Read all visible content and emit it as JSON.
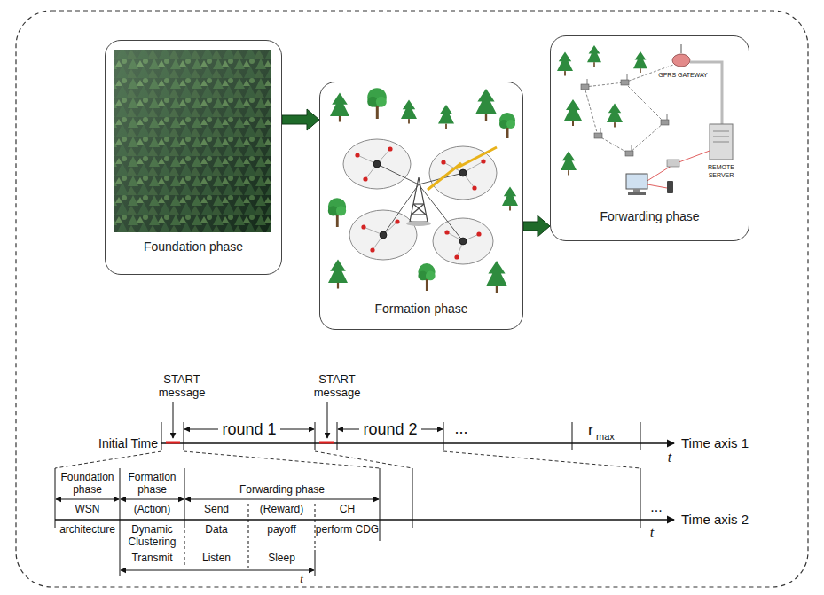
{
  "diagram": {
    "nodes": [
      {
        "text": [
          "Foundation phase"
        ]
      },
      {
        "text": [
          "Formation phase"
        ]
      },
      {
        "text": [
          "Forwarding phase"
        ]
      }
    ],
    "edges": [
      {
        "from": 0,
        "to": 1,
        "arrow": "to"
      },
      {
        "from": 1,
        "to": 2,
        "arrow": "to"
      }
    ],
    "labels": [
      "START message",
      "START message",
      "Initial Time",
      "round 1",
      "round 2",
      "...",
      "r",
      "max",
      "Time axis 1",
      "t",
      "Foundation phase",
      "Formation phase",
      "Forwarding phase",
      "WSN",
      "architecture",
      "(Action)",
      "Dynamic Clustering",
      "Send",
      "Data",
      "(Reward)",
      "payoff",
      "CH",
      "perform CDG",
      "Transmit",
      "Listen",
      "Sleep",
      "t",
      "...",
      "Time axis 2",
      "t",
      "GPRS GATEWAY",
      "REMOTE SERVER"
    ]
  }
}
